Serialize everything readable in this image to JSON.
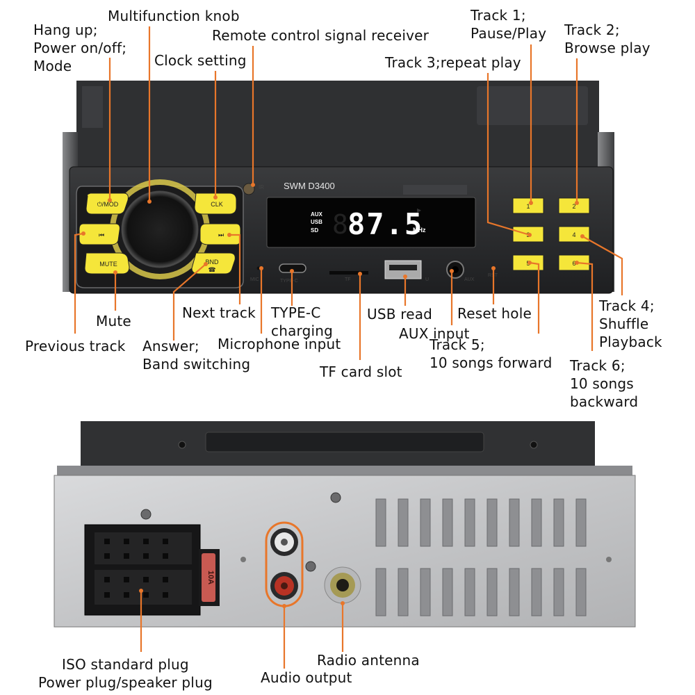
{
  "front_panel": {
    "model": "SWM  D3400",
    "ir_mark": "IR",
    "display": {
      "sources": [
        "AUX",
        "USB",
        "SD"
      ],
      "frequency": "87.5",
      "unit": "MHz"
    },
    "buttons": {
      "mod": "⏻/MOD",
      "clk": "CLK",
      "prev": "⏮",
      "next": "⏭",
      "mute": "MUTE",
      "bnd": "BND",
      "presets": [
        "1",
        "2",
        "3",
        "4",
        "5",
        "6"
      ]
    },
    "port_marks": {
      "mic": "MIC",
      "typec": "TYPE-C",
      "tf": "TF",
      "usb": "U",
      "aux": "AUX",
      "rst": "RST"
    }
  },
  "rear_panel": {
    "fuse": "10A"
  },
  "labels": {
    "hang_up": "Hang up;\nPower on/off;\nMode",
    "knob": "Multifunction knob",
    "remote": "Remote control signal receiver",
    "clock": "Clock setting",
    "track1": "Track 1;\nPause/Play",
    "track2": "Track 2;\nBrowse play",
    "track3": "Track 3;repeat play",
    "mute": "Mute",
    "previous": "Previous track",
    "next": "Next track",
    "answer": "Answer;\nBand switching",
    "typec": "TYPE-C\ncharging",
    "mic": "Microphone input",
    "usb": "USB read",
    "aux": "AUX input",
    "reset": "Reset hole",
    "tf": "TF card slot",
    "track5": "Track 5;\n10 songs forward",
    "track4": "Track 4;\nShuffle\nPlayback",
    "track6": "Track 6;\n10 songs\nbackward",
    "iso": "ISO standard plug\nPower plug/speaker plug",
    "antenna": "Radio antenna",
    "audio_out": "Audio output"
  },
  "colors": {
    "button_yellow": "#f5e63a",
    "leader_orange": "#e8762a",
    "display_white": "#ffffff",
    "panel_dark": "#2b2c2e"
  }
}
